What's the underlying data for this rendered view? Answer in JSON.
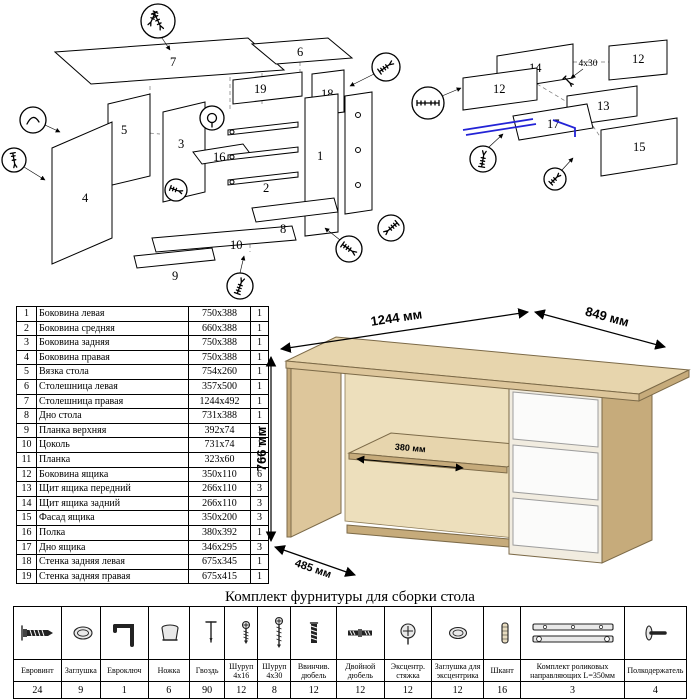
{
  "title": "Комплект фурнитуры для сборки стола",
  "exploded_left": {
    "labels": [
      "7",
      "6",
      "19",
      "18",
      "5",
      "3",
      "16",
      "2",
      "1",
      "4",
      "10",
      "8",
      "9"
    ]
  },
  "exploded_right": {
    "labels": [
      "14",
      "12",
      "12",
      "13",
      "17",
      "15"
    ],
    "annotation": "4x30"
  },
  "desk": {
    "dims": {
      "width": "1244 мм",
      "depth": "849 мм",
      "height": "766 мм",
      "shelf": "380 мм",
      "left": "485 мм"
    }
  },
  "parts": {
    "rows": [
      {
        "n": "1",
        "name": "Боковина левая",
        "size": "750x388",
        "qty": "1"
      },
      {
        "n": "2",
        "name": "Боковина средняя",
        "size": "660x388",
        "qty": "1"
      },
      {
        "n": "3",
        "name": "Боковина задняя",
        "size": "750x388",
        "qty": "1"
      },
      {
        "n": "4",
        "name": "Боковина правая",
        "size": "750x388",
        "qty": "1"
      },
      {
        "n": "5",
        "name": "Вязка стола",
        "size": "754x260",
        "qty": "1"
      },
      {
        "n": "6",
        "name": "Столешница левая",
        "size": "357x500",
        "qty": "1"
      },
      {
        "n": "7",
        "name": "Столешница правая",
        "size": "1244x492",
        "qty": "1"
      },
      {
        "n": "8",
        "name": "Дно стола",
        "size": "731x388",
        "qty": "1"
      },
      {
        "n": "9",
        "name": "Планка верхняя",
        "size": "392x74",
        "qty": "1"
      },
      {
        "n": "10",
        "name": "Цоколь",
        "size": "731x74",
        "qty": "1"
      },
      {
        "n": "11",
        "name": "Планка",
        "size": "323x60",
        "qty": "2"
      },
      {
        "n": "12",
        "name": "Боковина ящика",
        "size": "350x110",
        "qty": "6"
      },
      {
        "n": "13",
        "name": "Щит ящика передний",
        "size": "266x110",
        "qty": "3"
      },
      {
        "n": "14",
        "name": "Щит ящика задний",
        "size": "266x110",
        "qty": "3"
      },
      {
        "n": "15",
        "name": "Фасад ящика",
        "size": "350x200",
        "qty": "3"
      },
      {
        "n": "16",
        "name": "Полка",
        "size": "380x392",
        "qty": "1"
      },
      {
        "n": "17",
        "name": "Дно ящика",
        "size": "346x295",
        "qty": "3"
      },
      {
        "n": "18",
        "name": "Стенка задняя левая",
        "size": "675x345",
        "qty": "1"
      },
      {
        "n": "19",
        "name": "Стенка задняя правая",
        "size": "675x415",
        "qty": "1"
      }
    ]
  },
  "hardware": {
    "items": [
      {
        "name": "Евровинт",
        "qty": "24"
      },
      {
        "name": "Заглушка",
        "qty": "9"
      },
      {
        "name": "Евроключ",
        "qty": "1"
      },
      {
        "name": "Ножка",
        "qty": "6"
      },
      {
        "name": "Гвоздь",
        "qty": "90"
      },
      {
        "name": "Шуруп 4х16",
        "qty": "12"
      },
      {
        "name": "Шуруп 4х30",
        "qty": "8"
      },
      {
        "name": "Ввинчив. дюбель",
        "qty": "12"
      },
      {
        "name": "Двойной дюбель",
        "qty": "12"
      },
      {
        "name": "Эксцентр. стяжка",
        "qty": "12"
      },
      {
        "name": "Заглушка для эксцентрика",
        "qty": "12"
      },
      {
        "name": "Шкант",
        "qty": "16"
      },
      {
        "name": "Комплект роликовых направляющих L=350мм",
        "qty": "3"
      },
      {
        "name": "Полкодержатель",
        "qty": "4"
      }
    ]
  }
}
